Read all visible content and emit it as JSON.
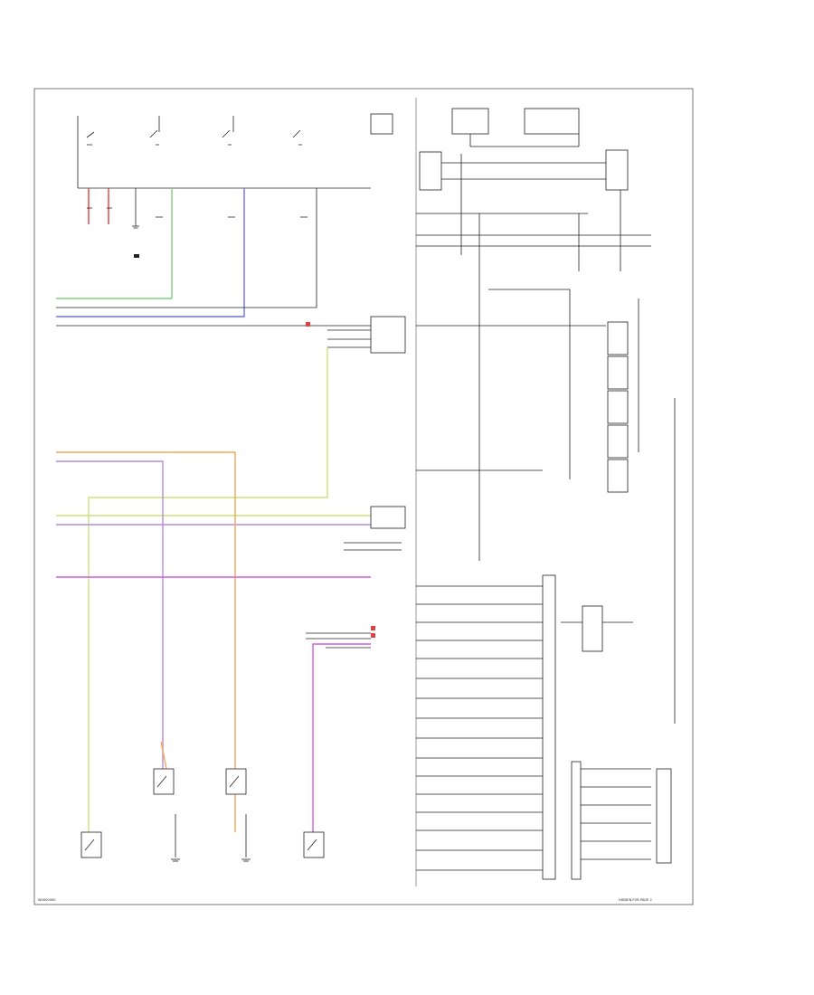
{
  "frame": {
    "code_left": "W0000000",
    "code_right": "HIDDEN FOR PAGE 2"
  },
  "wire_colors": {
    "black": "#222222",
    "red": "#e04040",
    "green": "#7ed07e",
    "blue": "#6f6fef",
    "orange": "#f2a65a",
    "purple": "#b78ad8",
    "yellow_green": "#cfe07a",
    "magenta": "#d45ae0"
  },
  "wires": [
    {
      "name": "wire-green",
      "color_key": "green"
    },
    {
      "name": "wire-blue",
      "color_key": "blue"
    },
    {
      "name": "wire-orange",
      "color_key": "orange"
    },
    {
      "name": "wire-purple",
      "color_key": "purple"
    },
    {
      "name": "wire-yellow-green",
      "color_key": "yellow_green"
    },
    {
      "name": "wire-magenta",
      "color_key": "magenta"
    },
    {
      "name": "wire-red-1",
      "color_key": "red"
    },
    {
      "name": "wire-red-2",
      "color_key": "red"
    }
  ]
}
